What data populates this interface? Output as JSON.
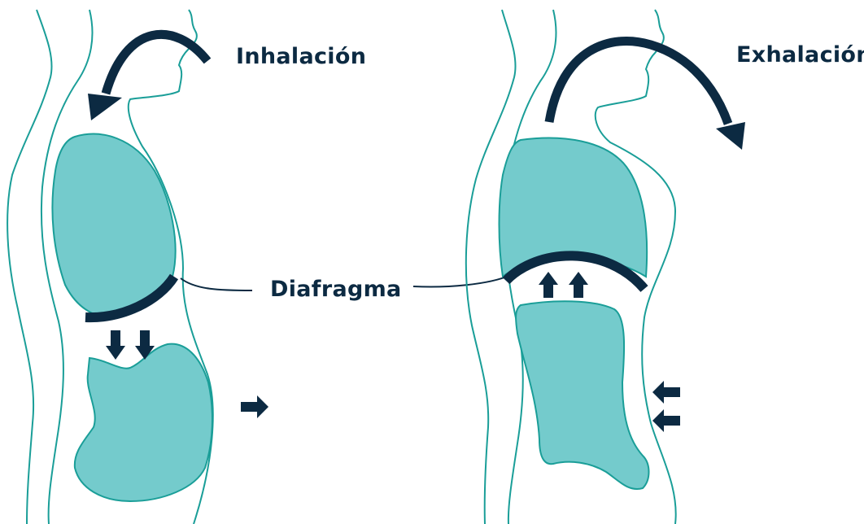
{
  "labels": {
    "inhalation": "Inhalación",
    "exhalation": "Exhalación",
    "diaphragm": "Diafragma"
  },
  "colors": {
    "outline": "#1a9e98",
    "organ_fill": "#74cbcc",
    "arrow": "#0c2a42",
    "text": "#0c2a42",
    "background": "#ffffff"
  }
}
